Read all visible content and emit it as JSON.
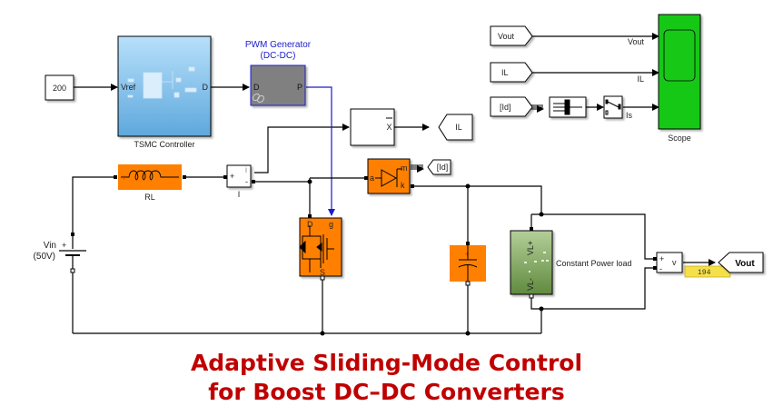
{
  "diagram": {
    "title_line1": "Adaptive Sliding-Mode Control",
    "title_line2": "for Boost DC–DC Converters",
    "constant_block": {
      "value": "200"
    },
    "tsmc_controller": {
      "name": "TSMC Controller",
      "in_port": "Vref",
      "out_port": "D"
    },
    "pwm_generator": {
      "name_line1": "PWM Generator",
      "name_line2": "(DC-DC)",
      "in_port": "D",
      "out_port": "P"
    },
    "abs_block": {
      "symbol": "X"
    },
    "goto_il": {
      "tag": "IL"
    },
    "from_vout": {
      "tag": "Vout"
    },
    "from_il": {
      "tag": "IL"
    },
    "from_id": {
      "tag": "[Id]"
    },
    "signal_labels": {
      "vout": "Vout",
      "il": "IL",
      "is": "Is"
    },
    "scope": {
      "name": "Scope"
    },
    "inductor": {
      "name": "RL"
    },
    "current_meas": {
      "name": "I",
      "port_plus": "+",
      "port_i": "i",
      "port_minus": "-"
    },
    "diode": {
      "port_a": "a",
      "port_m": "m",
      "port_k": "k"
    },
    "goto_id": {
      "tag": "[Id]"
    },
    "mosfet": {
      "port_d": "D",
      "port_g": "g",
      "port_s": "S"
    },
    "source": {
      "name": "Vin",
      "value": "(50V)",
      "plus": "+"
    },
    "cpl": {
      "name": "Constant Power load",
      "port_top": "VL+",
      "port_bottom": "VL-"
    },
    "voltage_meas": {
      "port_plus": "+",
      "port_minus": "-",
      "port_v": "v"
    },
    "display": {
      "value": "194"
    },
    "goto_vout": {
      "tag": "Vout"
    },
    "colors": {
      "title": "#c00000",
      "orange_block": "#ff8000",
      "scope_green": "#17c817",
      "tsmc_blue": "#a9d6f7",
      "pwm_gray": "#808080",
      "pwm_label": "#1a1acc",
      "cpl_green": "#8bab6a",
      "display_yellow": "#f5e04a"
    }
  }
}
